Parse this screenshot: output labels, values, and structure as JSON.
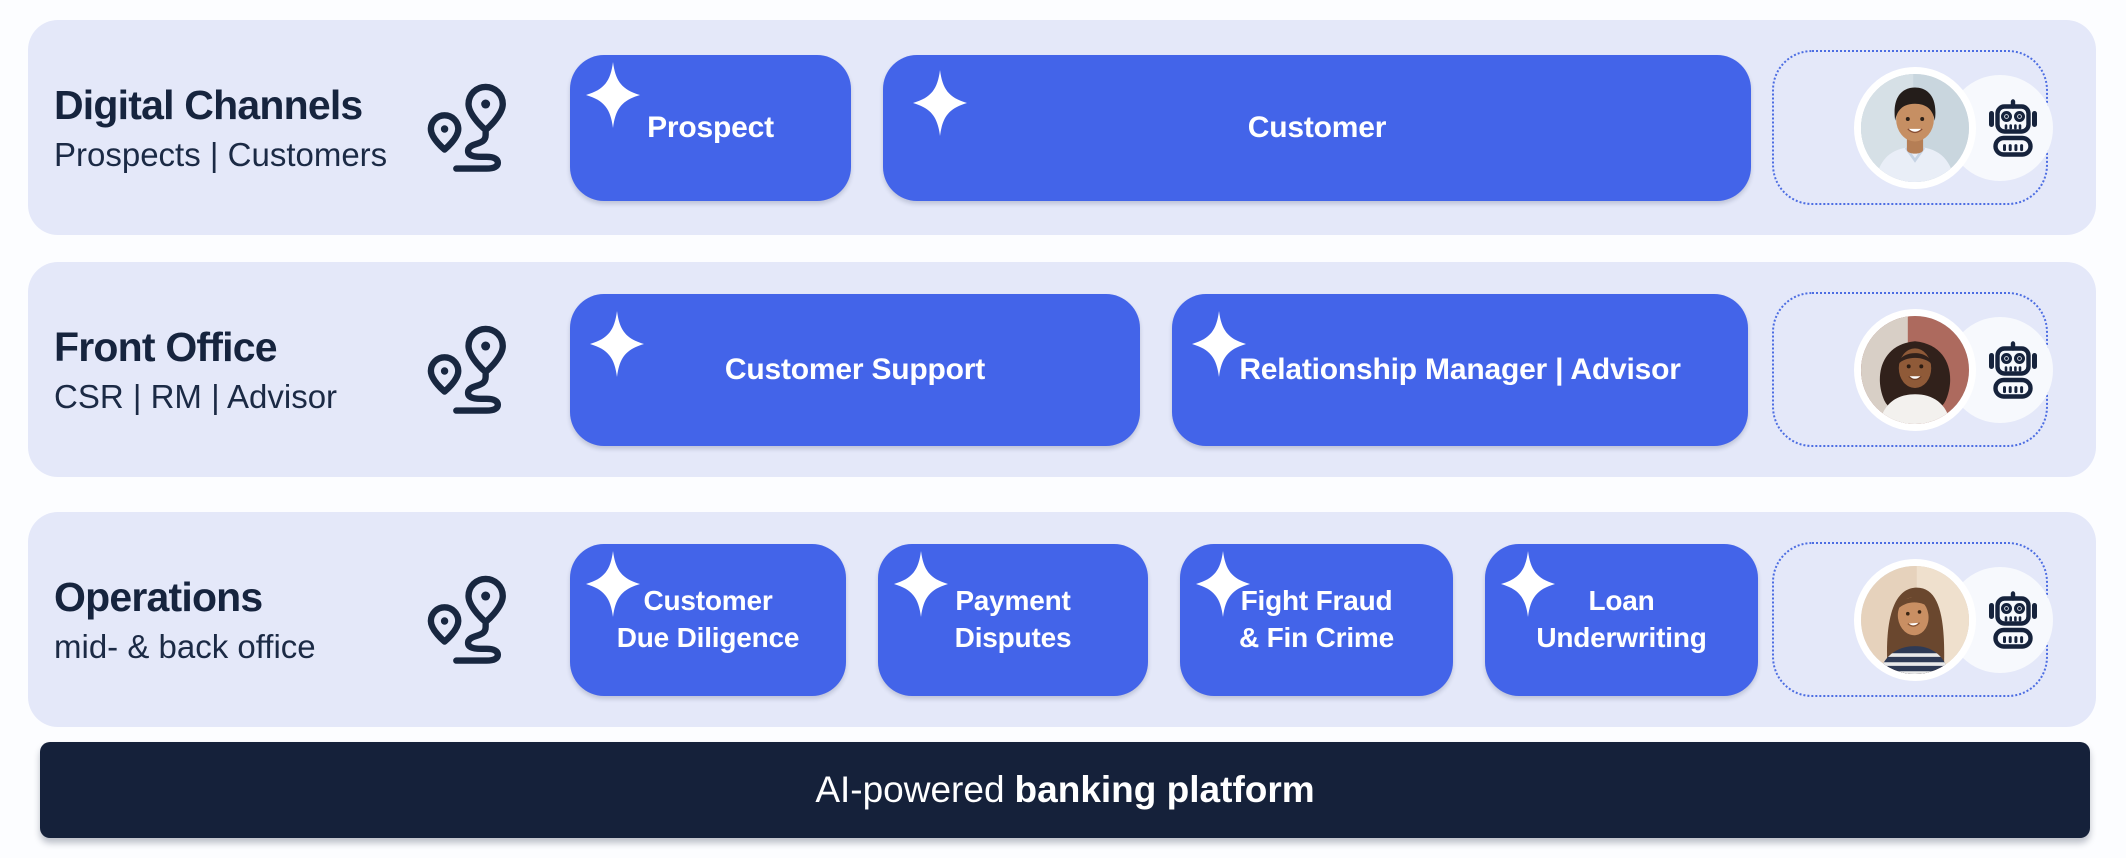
{
  "colors": {
    "accent_blue": "#4364e9",
    "lane_background": "#e4e8f9",
    "navy": "#15213a",
    "dotted_border": "#4c6de2",
    "white": "#ffffff"
  },
  "icons": {
    "journey": "route-icon",
    "ai_capability": "sparkle-icon",
    "ai_agent": "robot-icon"
  },
  "lanes": [
    {
      "title": "Digital Channels",
      "subtitle": "Prospects | Customers",
      "buttons": [
        {
          "label": "Prospect"
        },
        {
          "label": "Customer"
        }
      ],
      "persona": {
        "avatar": "smiling-man-photo",
        "agent": "robot-icon"
      }
    },
    {
      "title": "Front Office",
      "subtitle": "CSR | RM | Advisor",
      "buttons": [
        {
          "label": "Customer Support"
        },
        {
          "label": "Relationship Manager | Advisor"
        }
      ],
      "persona": {
        "avatar": "smiling-woman-curly-hair-photo",
        "agent": "robot-icon"
      }
    },
    {
      "title": "Operations",
      "subtitle": "mid- & back office",
      "buttons": [
        {
          "label": "Customer\nDue Diligence"
        },
        {
          "label": "Payment\nDisputes"
        },
        {
          "label": "Fight Fraud\n& Fin Crime"
        },
        {
          "label": "Loan\nUnderwriting"
        }
      ],
      "persona": {
        "avatar": "woman-long-hair-photo",
        "agent": "robot-icon"
      }
    }
  ],
  "footer": {
    "text_regular": "AI-powered",
    "text_bold": "banking platform"
  }
}
